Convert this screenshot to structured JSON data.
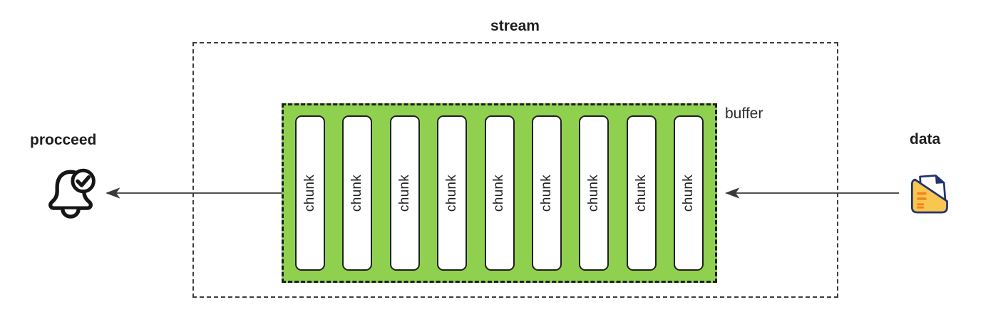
{
  "diagram": {
    "stream": {
      "label": "stream"
    },
    "buffer": {
      "label": "buffer"
    },
    "chunks": {
      "label": "chunk",
      "count": 9
    },
    "proceed": {
      "label": "procceed",
      "icon": "bell-check-icon"
    },
    "data": {
      "label": "data",
      "icon": "document-icon"
    },
    "arrows": [
      {
        "name": "buffer-to-proceed",
        "direction": "left"
      },
      {
        "name": "data-to-buffer",
        "direction": "left"
      }
    ],
    "colors": {
      "buffer_green": "#8FD14F",
      "line": "#3a3a3a",
      "text": "#1d1d1d",
      "doc_yellow": "#F8C74F",
      "doc_orange": "#F5821F",
      "doc_blue": "#24336E"
    }
  }
}
